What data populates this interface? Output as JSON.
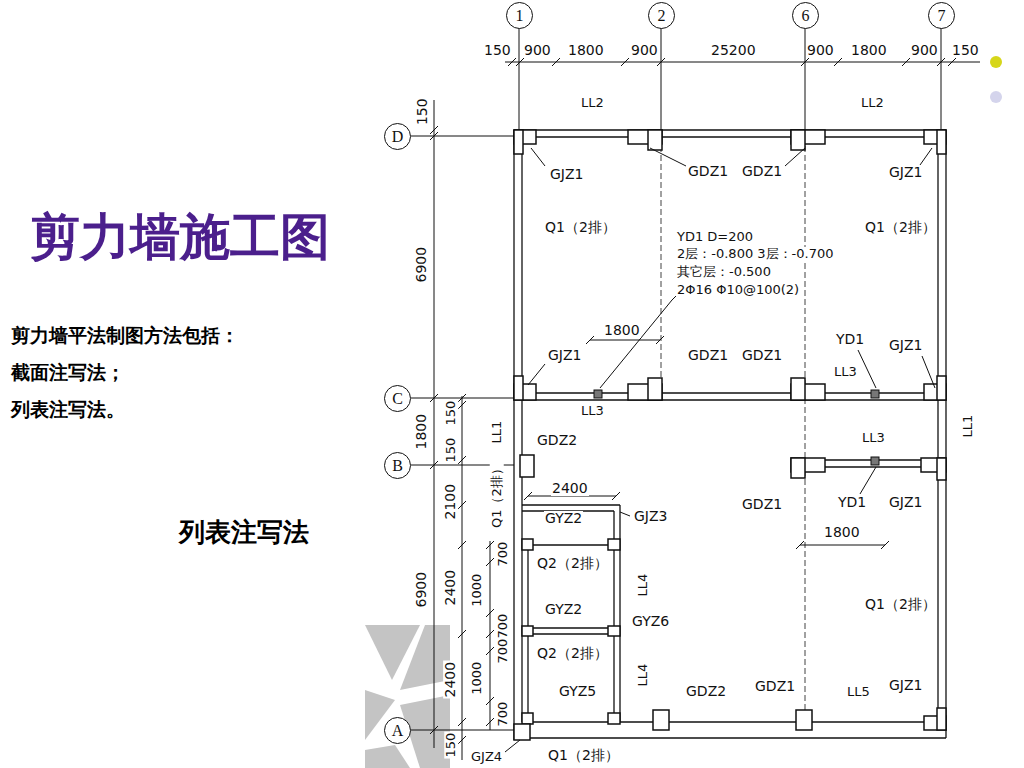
{
  "diagram": {
    "title": "剪力墙施工图",
    "nodes": [
      {
        "text": [
          "1"
        ]
      },
      {
        "text": [
          "2"
        ]
      },
      {
        "text": [
          "6"
        ]
      },
      {
        "text": [
          "7"
        ]
      },
      {
        "text": [
          "D"
        ]
      },
      {
        "text": [
          "C"
        ]
      },
      {
        "text": [
          "B"
        ]
      },
      {
        "text": [
          "A"
        ]
      }
    ],
    "labels": [
      "剪力墙平法制图方法包括：",
      "截面注写法；",
      "列表注写法。",
      "列表注写法",
      "150",
      "900",
      "1800",
      "900",
      "25200",
      "900",
      "1800",
      "900",
      "150",
      "150",
      "6900",
      "1800",
      "150",
      "150",
      "2100",
      "6900",
      "2400",
      "2400",
      "150",
      "700",
      "1000",
      "700",
      "700",
      "1000",
      "700",
      "LL2",
      "LL2",
      "GJZ1",
      "GDZ1",
      "GDZ1",
      "GJZ1",
      "Q1（2排）",
      "Q1（2排）",
      "YD1 D=200",
      "2层：-0.800 3层：-0.700",
      "其它层：-0.500",
      "2Φ16 Φ10@100(2)",
      "1800",
      "GJZ1",
      "GDZ1",
      "GDZ1",
      "YD1",
      "GJZ1",
      "LL3",
      "LL3",
      "LL1",
      "LL1",
      "GDZ2",
      "LL3",
      "Q1（2排）",
      "2400",
      "GYZ2",
      "GJZ3",
      "GDZ1",
      "YD1",
      "GJZ1",
      "1800",
      "Q2（2排）",
      "LL4",
      "GYZ2",
      "GYZ6",
      "Q1（2排）",
      "Q2（2排）",
      "LL4",
      "GYZ5",
      "GDZ2",
      "GDZ1",
      "LL5",
      "GJZ1",
      "GJZ4",
      "Q1（2排）"
    ]
  }
}
